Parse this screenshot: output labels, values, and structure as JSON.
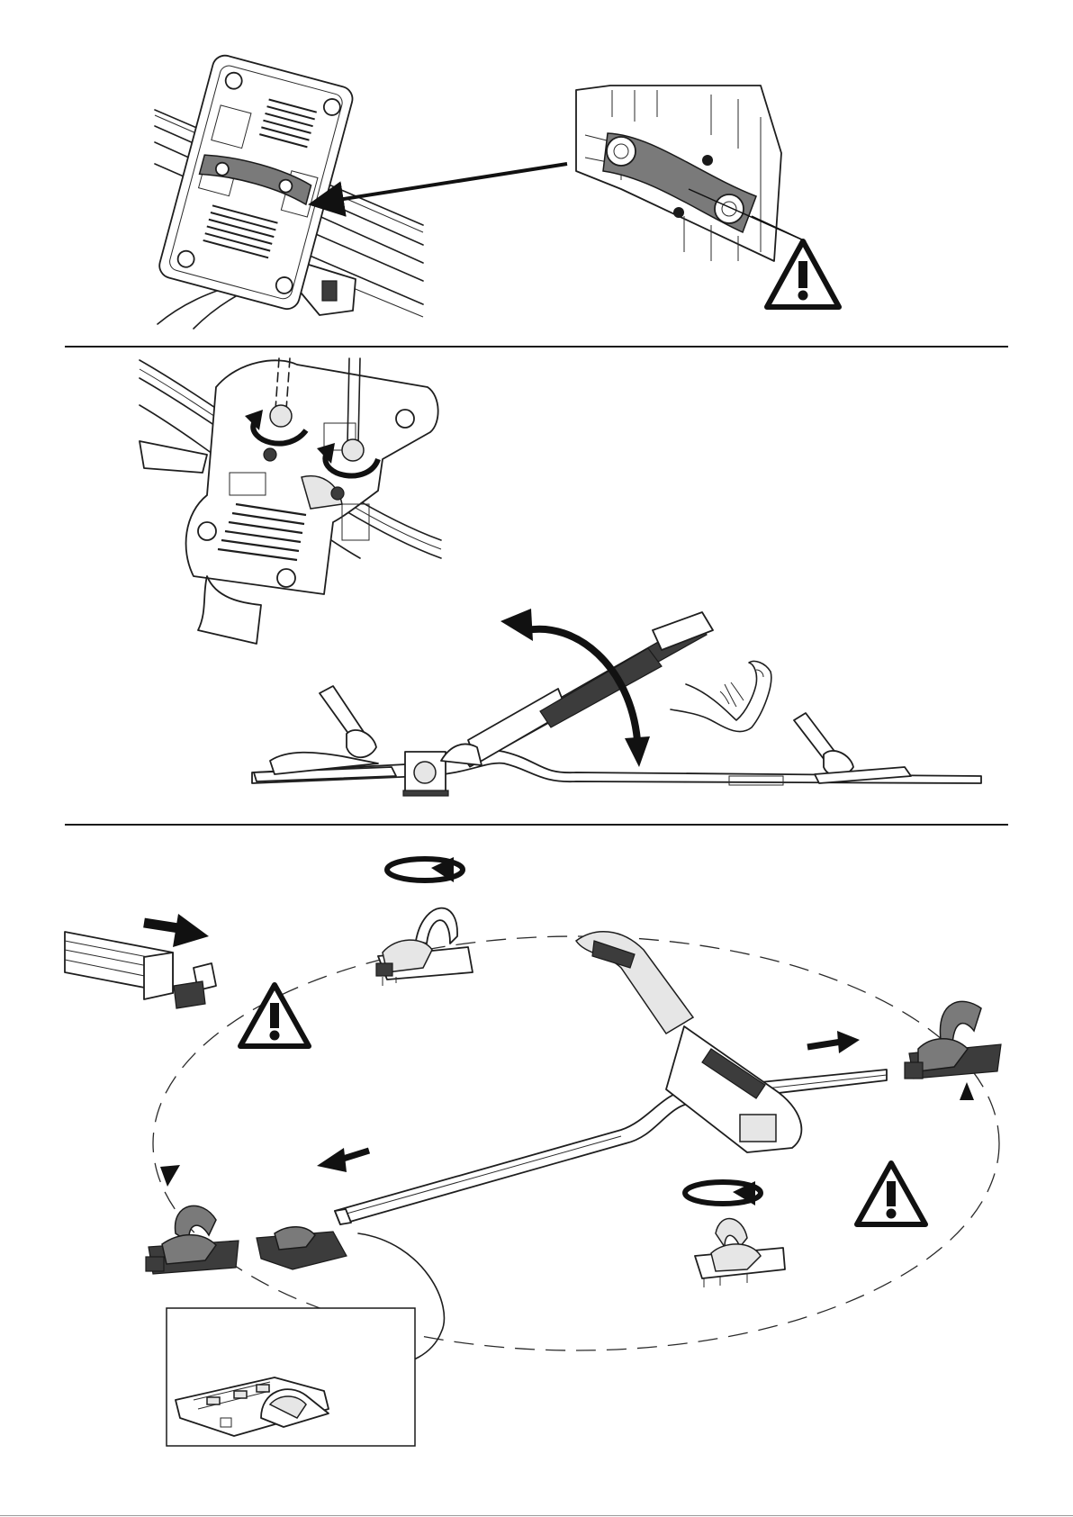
{
  "document": {
    "kind": "assembly-instructions-page",
    "steps": [
      {
        "id": "step-1",
        "content": "torque-plate-on-bar-with-detail-zoom",
        "warning_icons": 1
      },
      {
        "id": "step-2",
        "content": "tighten-bolts-and-raise-arm",
        "warning_icons": 0
      },
      {
        "id": "step-3",
        "content": "reposition-wheel-holders",
        "warning_icons": 2
      }
    ]
  },
  "icons": [
    "warning-triangle-icon",
    "rotate-arrow-icon",
    "direction-arrow-icon",
    "flexed-arm-icon"
  ],
  "colors": {
    "ink": "#1e1e1e",
    "fill_dark": "#3c3c3c",
    "fill_mid": "#7a7a7a",
    "paper": "#ffffff"
  }
}
